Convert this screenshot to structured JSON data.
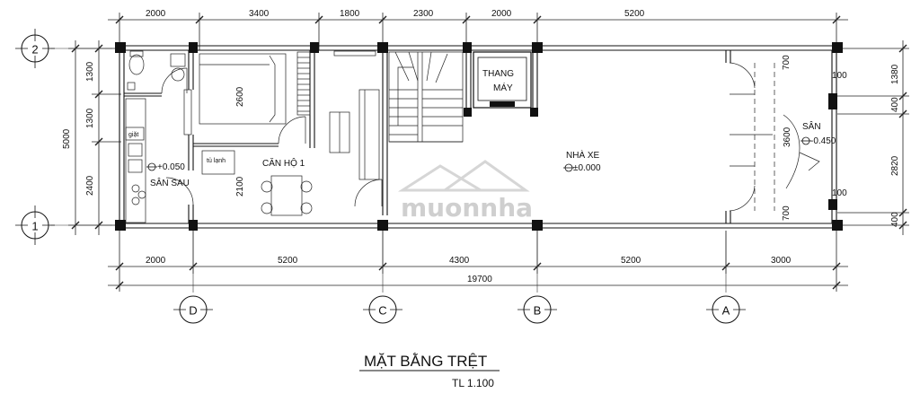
{
  "drawing": {
    "title": "MẶT BẰNG TRỆT",
    "scale": "TL 1.100",
    "watermark": "muonnha"
  },
  "dimensions": {
    "top": [
      "2000",
      "3400",
      "1800",
      "2300",
      "2000",
      "5200"
    ],
    "bottom": [
      "2000",
      "5200",
      "4300",
      "5200",
      "3000"
    ],
    "overall": "19700",
    "left_outer": "5000",
    "left_inner": [
      "1300",
      "1300",
      "2400"
    ],
    "right_outer": [
      "1380",
      "400",
      "2820",
      "400"
    ],
    "interior": [
      "2600",
      "2100",
      "3600",
      "700",
      "700",
      "100",
      "100"
    ]
  },
  "grid_axes": {
    "columns": [
      "D",
      "C",
      "B",
      "A"
    ],
    "rows": [
      "2",
      "1"
    ]
  },
  "rooms": {
    "apartment": "CĂN HỘ 1",
    "rear_yard": "SÂN SAU",
    "rear_yard_level": "+0.050",
    "garage": "NHÀ XE",
    "garage_level": "±0.000",
    "elevator_line1": "THANG",
    "elevator_line2": "MÁY",
    "front_yard": "SÂN",
    "front_yard_level": "-0.450",
    "fridge": "tủ lạnh",
    "laundry": "giặt"
  }
}
